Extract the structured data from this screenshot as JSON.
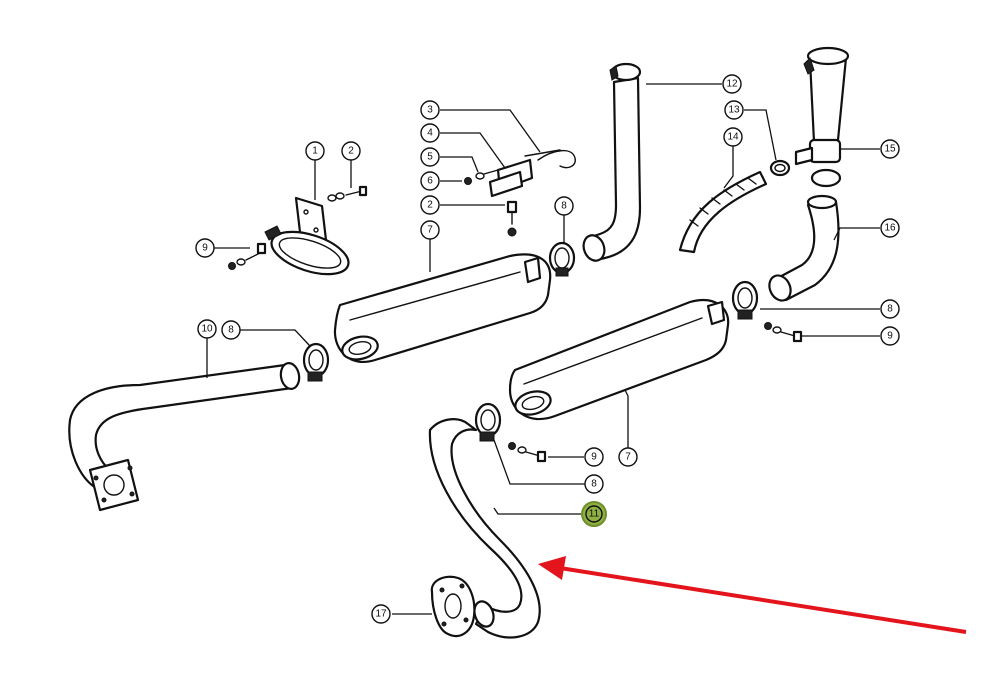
{
  "diagram": {
    "kind": "exhaust system exploded parts diagram",
    "highlight_color": "#8fb043",
    "arrow_color": "#e3141b",
    "highlighted_part": "11",
    "callouts": [
      {
        "id": "c1",
        "label": "1"
      },
      {
        "id": "c2a",
        "label": "2"
      },
      {
        "id": "c3",
        "label": "3"
      },
      {
        "id": "c4",
        "label": "4"
      },
      {
        "id": "c5",
        "label": "5"
      },
      {
        "id": "c6",
        "label": "6"
      },
      {
        "id": "c2b",
        "label": "2"
      },
      {
        "id": "c7a",
        "label": "7"
      },
      {
        "id": "c8a",
        "label": "8"
      },
      {
        "id": "c9a",
        "label": "9"
      },
      {
        "id": "c10",
        "label": "10"
      },
      {
        "id": "c8b",
        "label": "8"
      },
      {
        "id": "c12",
        "label": "12"
      },
      {
        "id": "c13",
        "label": "13"
      },
      {
        "id": "c14",
        "label": "14"
      },
      {
        "id": "c15",
        "label": "15"
      },
      {
        "id": "c16",
        "label": "16"
      },
      {
        "id": "c8c",
        "label": "8"
      },
      {
        "id": "c9b",
        "label": "9"
      },
      {
        "id": "c9c",
        "label": "9"
      },
      {
        "id": "c7b",
        "label": "7"
      },
      {
        "id": "c8d",
        "label": "8"
      },
      {
        "id": "c11",
        "label": "11"
      },
      {
        "id": "c17",
        "label": "17"
      }
    ]
  }
}
